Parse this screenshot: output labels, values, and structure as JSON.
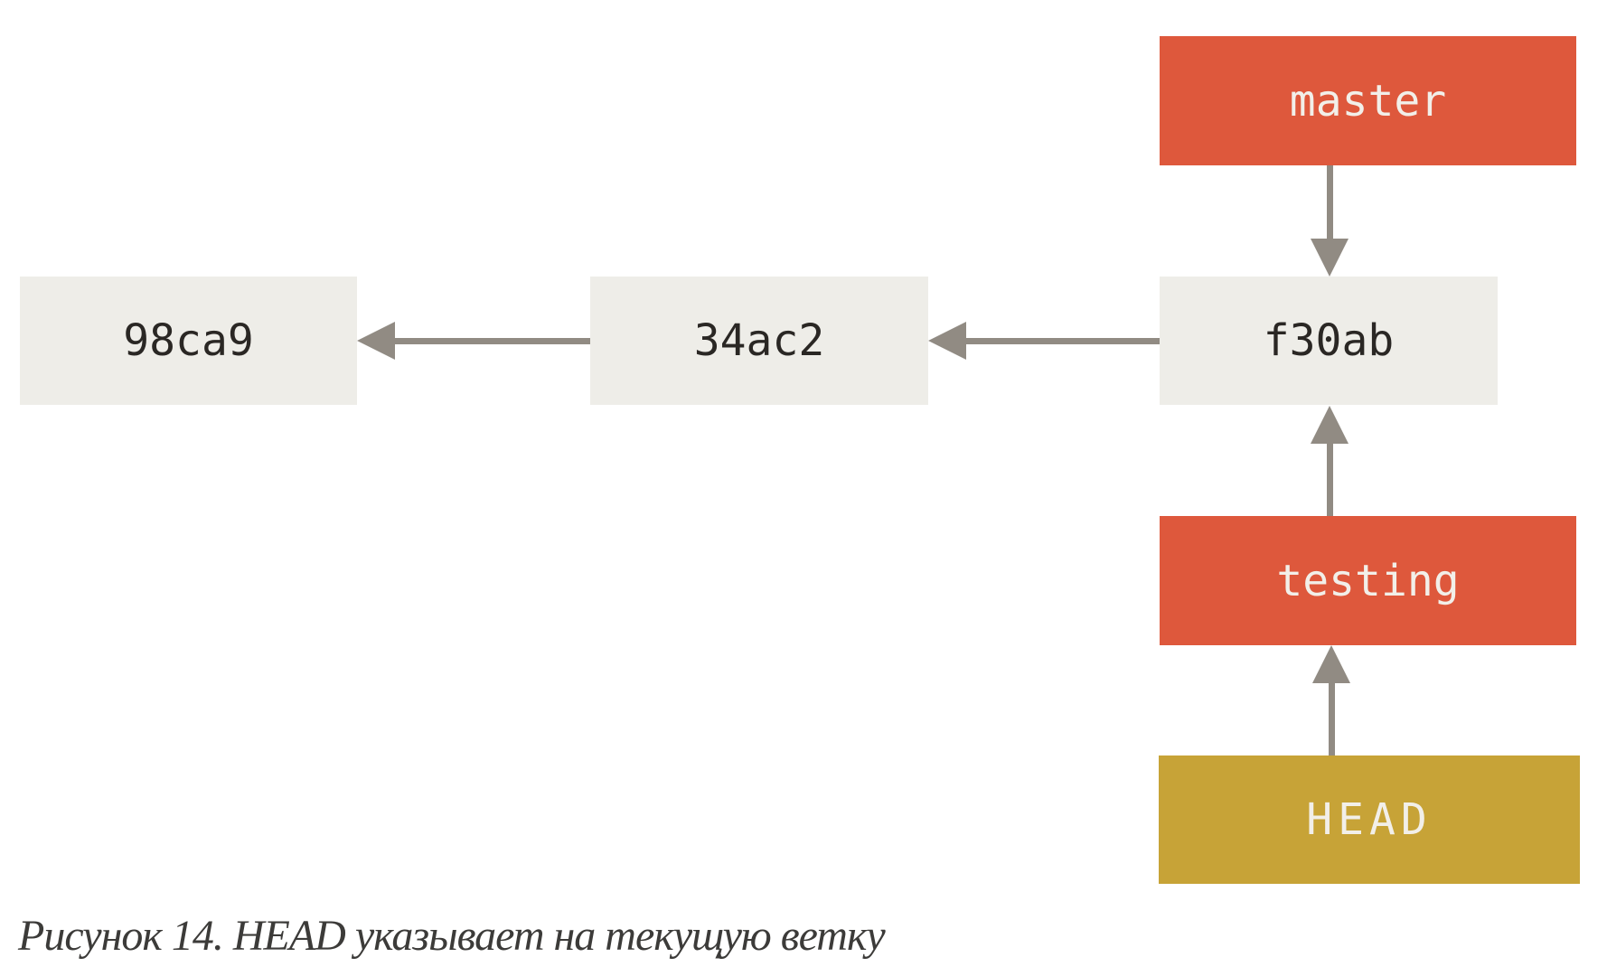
{
  "figure": {
    "type": "git-branch-diagram",
    "caption": "Рисунок 14. HEAD указывает на текущую ветку"
  },
  "commits": [
    {
      "id": "98ca9"
    },
    {
      "id": "34ac2"
    },
    {
      "id": "f30ab"
    }
  ],
  "branches": [
    {
      "label": "master",
      "points_to": "f30ab"
    },
    {
      "label": "testing",
      "points_to": "f30ab"
    }
  ],
  "head": {
    "label": "HEAD",
    "points_to": "testing"
  },
  "edges": [
    {
      "from": "f30ab",
      "to": "34ac2"
    },
    {
      "from": "34ac2",
      "to": "98ca9"
    },
    {
      "from": "master",
      "to": "f30ab"
    },
    {
      "from": "testing",
      "to": "f30ab"
    },
    {
      "from": "HEAD",
      "to": "testing"
    }
  ],
  "colors": {
    "background": "#FFFFFF",
    "branch_box": "#DE583C",
    "head_box": "#C7A337",
    "commit_box": "#EEEDE8",
    "arrow": "#918B83",
    "commit_text": "#2A2724",
    "branch_text": "#F2EFE9",
    "caption_text": "#3C3B39"
  }
}
